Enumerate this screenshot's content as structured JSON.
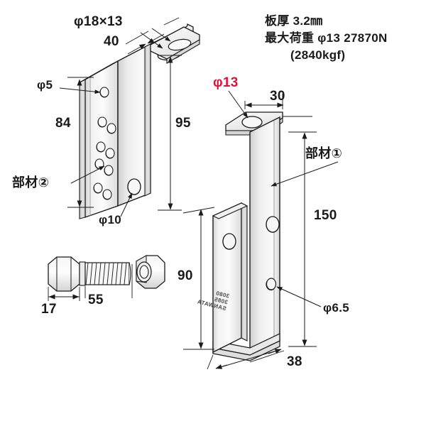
{
  "document": {
    "type": "technical-drawing",
    "subject": "metal mounting bracket set",
    "background_color": "#ffffff",
    "line_color": "#1a1a1a",
    "accent_color": "#e1123a",
    "metal_fill_light": "#fbfbfb",
    "metal_fill_mid": "#e6e6e6",
    "metal_fill_dark": "#d2d2d2"
  },
  "specs": {
    "line1": "板厚 3.2㎜",
    "line2": "最大荷重 φ13 27870N",
    "line3": "(2840kgf)"
  },
  "left_assembly": {
    "name": "部材②",
    "part_label": "部材②",
    "slot_label": "φ18×13",
    "width_label": "40",
    "small_hole_label": "φ5",
    "hole_pitch_label": "84",
    "mid_hole_label": "φ10",
    "height_label": "95"
  },
  "right_assembly": {
    "name": "部材①",
    "part_label": "部材①",
    "top_hole_label": "φ13",
    "top_width_label": "30",
    "height_label": "150",
    "front_plate_label": "90",
    "small_hole_label": "φ6.5",
    "depth_label": "38",
    "emboss_line1": "3080",
    "emboss_line2": "3085",
    "emboss_line3": "SANWATA"
  },
  "fastener": {
    "bolt_head_label": "17",
    "bolt_length_label": "55",
    "bolt_name": "hex-bolt",
    "nut_name": "hex-nut"
  },
  "icons": {
    "arrow": "dimension-arrow",
    "leader": "leader-line"
  }
}
